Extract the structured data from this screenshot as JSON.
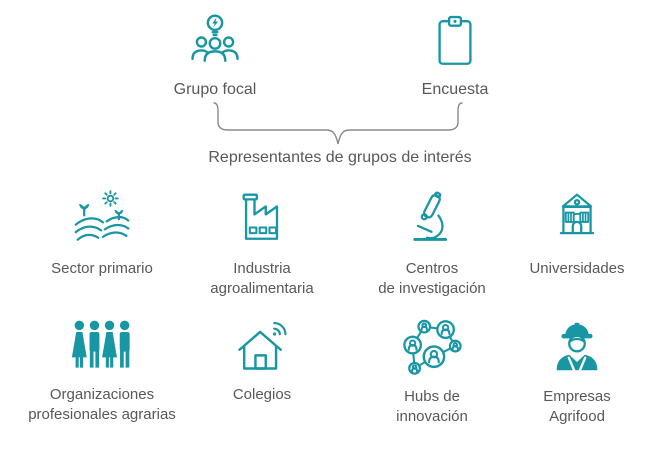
{
  "palette": {
    "accent_teal": "#1896A4",
    "text_gray": "#57585C",
    "brace_gray": "#8A8A8A",
    "background": "#FFFFFF"
  },
  "methods": [
    {
      "id": "grupo-focal",
      "label": "Grupo focal",
      "icon": "focus-group-idea-icon"
    },
    {
      "id": "encuesta",
      "label": "Encuesta",
      "icon": "survey-clipboard-icon"
    }
  ],
  "caption": "Representantes de grupos de interés",
  "stakeholders": [
    {
      "id": "sector-primario",
      "lines": [
        "Sector primario"
      ],
      "icon": "farm-field-icon"
    },
    {
      "id": "industria-agroalimentaria",
      "lines": [
        "Industria",
        "agroalimentaria"
      ],
      "icon": "factory-icon"
    },
    {
      "id": "centros-de-investigacion",
      "lines": [
        "Centros",
        "de investigación"
      ],
      "icon": "microscope-icon"
    },
    {
      "id": "universidades",
      "lines": [
        "Universidades"
      ],
      "icon": "university-building-icon"
    },
    {
      "id": "organizaciones-profesionales-agrarias",
      "lines": [
        "Organizaciones",
        "profesionales agrarias"
      ],
      "icon": "people-group-icon"
    },
    {
      "id": "colegios",
      "lines": [
        "Colegios"
      ],
      "icon": "school-house-icon"
    },
    {
      "id": "hubs-de-innovacion",
      "lines": [
        "Hubs de",
        "innovación"
      ],
      "icon": "innovation-network-icon"
    },
    {
      "id": "empresas-agrifood",
      "lines": [
        "Empresas",
        "Agrifood"
      ],
      "icon": "agrifood-worker-icon"
    }
  ]
}
